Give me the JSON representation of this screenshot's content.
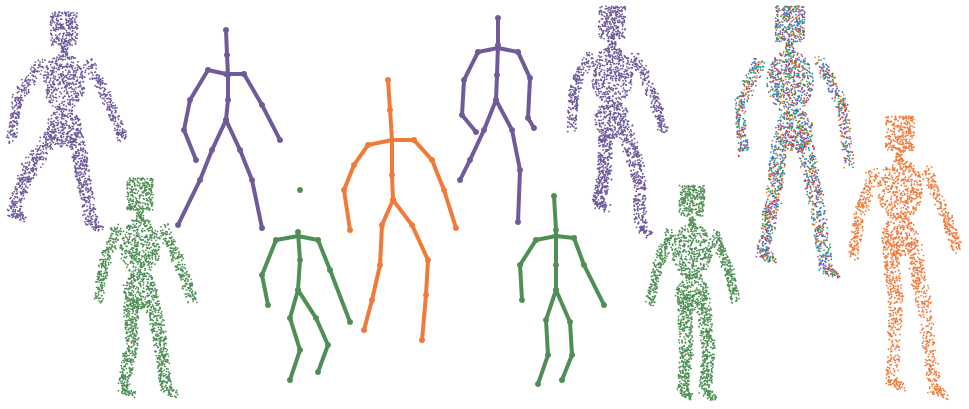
{
  "figure": {
    "description_visible_text": "",
    "colors": {
      "background": "#ffffff",
      "purple": "#6f5a9a",
      "green": "#4f8f55",
      "orange": "#f07a3a",
      "rainbow_blend": [
        "#2d9b3d",
        "#3a6fd1",
        "#d43b3b",
        "#1ca7b8",
        "#8a5cc7",
        "#e08a2e"
      ]
    },
    "panels": [
      {
        "kind": "point-cloud-figure",
        "color": "purple"
      },
      {
        "kind": "skeleton",
        "color": "purple"
      },
      {
        "kind": "point-cloud-figure",
        "color": "green"
      },
      {
        "kind": "skeleton",
        "color": "green"
      },
      {
        "kind": "skeleton",
        "color": "orange"
      },
      {
        "kind": "skeleton",
        "color": "purple"
      },
      {
        "kind": "point-cloud-figure",
        "color": "purple"
      },
      {
        "kind": "skeleton",
        "color": "green"
      },
      {
        "kind": "point-cloud-figure",
        "color": "green"
      },
      {
        "kind": "point-cloud-figure",
        "color": "rainbow_blend"
      },
      {
        "kind": "point-cloud-figure",
        "color": "orange"
      }
    ]
  }
}
